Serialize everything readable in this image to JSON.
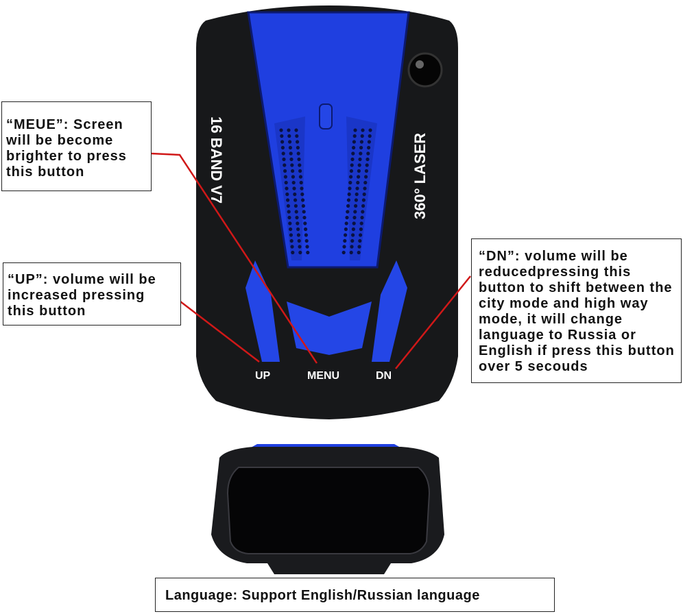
{
  "device": {
    "body_side_left": "16 BAND V7",
    "body_side_right": "360° LASER",
    "buttons": {
      "up": "UP",
      "menu": "MENU",
      "dn": "DN"
    }
  },
  "annotations": {
    "menu": "“MEUE”: Screen will be become brighter to press this button",
    "up": "“UP”: volume will be increased pressing this button",
    "dn": "“DN”: volume will be reducedpressing this button to shift between the city mode and high way mode, it will change language to Russia or English if press this button over 5 secouds",
    "language": "Language: Support English/Russian language"
  },
  "colors": {
    "accent": "#1f3fe0",
    "body": "#151618",
    "leader": "#d01818"
  }
}
